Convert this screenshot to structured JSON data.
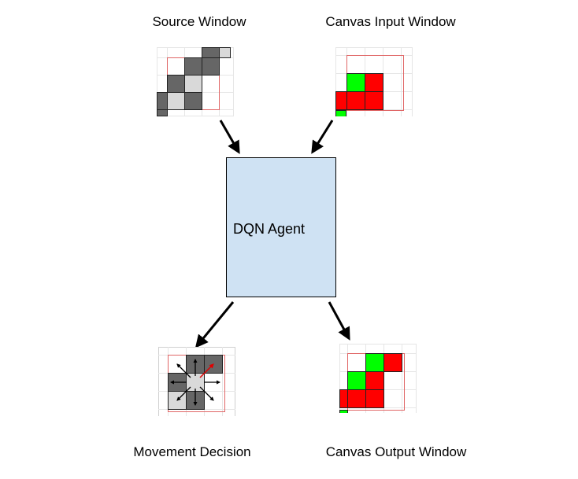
{
  "labels": {
    "source_window": "Source Window",
    "canvas_input_window": "Canvas Input Window",
    "agent": "DQN Agent",
    "movement_decision": "Movement Decision",
    "canvas_output_window": "Canvas Output Window"
  },
  "colors": {
    "agent_fill": "#cfe2f3",
    "source_cell_dark": "#666666",
    "source_cell_light": "#d9d9d9",
    "canvas_cell_red": "#ff0000",
    "canvas_cell_green": "#00ff00",
    "window_outline": "#e06666",
    "grid_line": "#e6e6e6"
  },
  "icons": {
    "flow_arrow": "arrow-icon",
    "movement_arrow": "arrow-icon"
  }
}
